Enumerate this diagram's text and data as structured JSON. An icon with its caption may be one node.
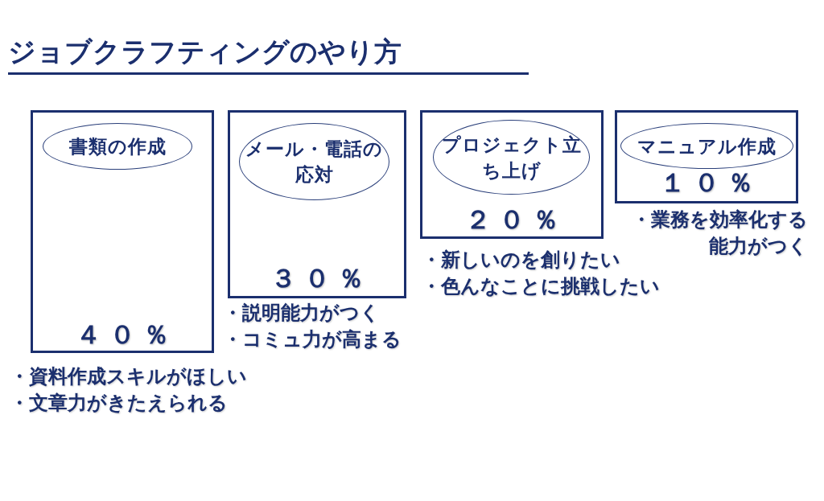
{
  "diagram": {
    "title": "ジョブクラフティングのやり方",
    "nodes": [
      {
        "text": [
          "４０％"
        ],
        "beside": [
          "・資料作成スキルがほしい",
          "・文章力がきたえられる"
        ]
      },
      {
        "text": [
          "書類の作成"
        ],
        "in": 0
      },
      {
        "text": [
          "３０％"
        ],
        "beside": [
          "・説明能力がつく",
          "・コミュ力が高まる"
        ]
      },
      {
        "text": [
          "メール・電話の応対"
        ],
        "in": 2
      },
      {
        "text": [
          "２０％"
        ],
        "beside": [
          "・新しいのを創りたい",
          "・色んなことに挑戦したい"
        ]
      },
      {
        "text": [
          "プロジェクト立ち上げ"
        ],
        "in": 4
      },
      {
        "text": [
          "１０％"
        ],
        "beside": [
          "・業務を効率化する能力がつく"
        ]
      },
      {
        "text": [
          "マニュアル作成"
        ],
        "in": 6
      }
    ]
  }
}
